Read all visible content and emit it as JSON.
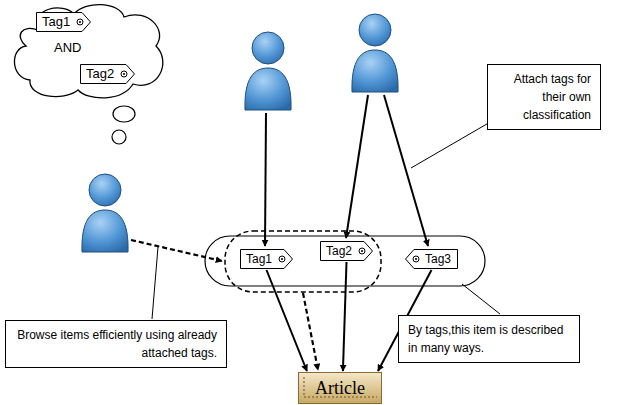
{
  "diagram": {
    "nodes": [
      {
        "text": [
          "AND"
        ]
      },
      {
        "text": [
          "Tag1"
        ],
        "in": 0
      },
      {
        "text": [
          "Tag2"
        ],
        "in": 0
      },
      {
        "text": [
          "Tag1"
        ]
      },
      {
        "text": [
          "Tag2"
        ]
      },
      {
        "text": [
          "Tag3"
        ]
      },
      {
        "text": [
          "Article"
        ]
      },
      {
        "text": [
          "Attach tags for their own classification"
        ]
      },
      {
        "text": [
          "Browse items efficiently using already attached tags."
        ]
      },
      {
        "text": [
          "By tags,this item is described in many ways."
        ]
      }
    ],
    "edges": [
      {
        "from": 3,
        "to": 6,
        "arrow": "to"
      },
      {
        "from": 4,
        "to": 6,
        "arrow": "to"
      },
      {
        "from": 5,
        "to": 6,
        "arrow": "to"
      }
    ]
  }
}
